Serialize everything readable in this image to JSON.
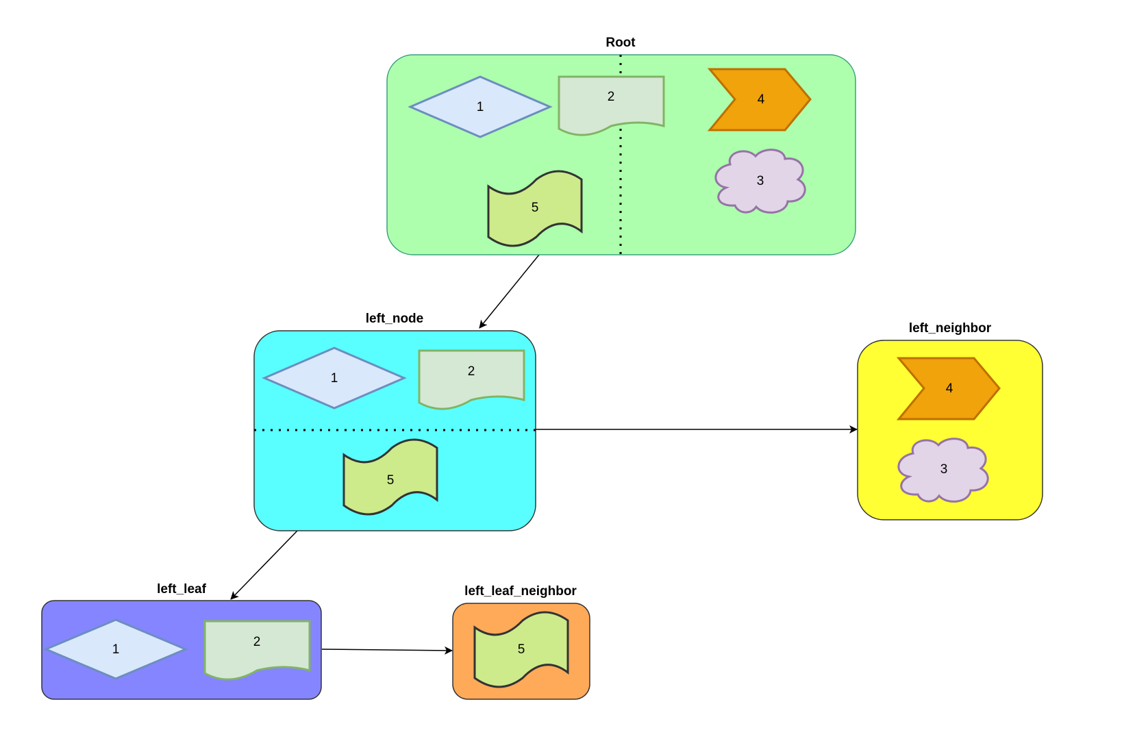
{
  "diagram": {
    "type": "tree",
    "colors": {
      "root_fill": "#adffad",
      "root_stroke": "#3aa07c",
      "left_node_fill": "#59ffff",
      "left_neighbor_fill": "#ffff33",
      "left_leaf_fill": "#8585ff",
      "left_leaf_neighbor_fill": "#ffaa59",
      "node_stroke": "#333333",
      "diamond_fill": "#dae8fc",
      "diamond_stroke": "#6c8ebf",
      "document_fill": "#d5e8d4",
      "document_stroke": "#82b366",
      "step_fill": "#f0a30a",
      "step_stroke": "#bd7000",
      "cloud_fill": "#e1d5e7",
      "cloud_stroke": "#9673a6",
      "tape_fill": "#cdeb8b",
      "tape_stroke": "#333333",
      "edge": "#000000"
    },
    "nodes": {
      "root": {
        "title": "Root",
        "items": {
          "diamond": "1",
          "document": "2",
          "cloud": "3",
          "step": "4",
          "tape": "5"
        }
      },
      "left_node": {
        "title": "left_node",
        "items": {
          "diamond": "1",
          "document": "2",
          "tape": "5"
        }
      },
      "left_neighbor": {
        "title": "left_neighbor",
        "items": {
          "step": "4",
          "cloud": "3"
        }
      },
      "left_leaf": {
        "title": "left_leaf",
        "items": {
          "diamond": "1",
          "document": "2"
        }
      },
      "left_leaf_neighbor": {
        "title": "left_leaf_neighbor",
        "items": {
          "tape": "5"
        }
      }
    },
    "edges": [
      {
        "from": "root",
        "to": "left_node"
      },
      {
        "from": "left_node",
        "to": "left_neighbor"
      },
      {
        "from": "left_node",
        "to": "left_leaf"
      },
      {
        "from": "left_leaf",
        "to": "left_leaf_neighbor"
      }
    ]
  }
}
